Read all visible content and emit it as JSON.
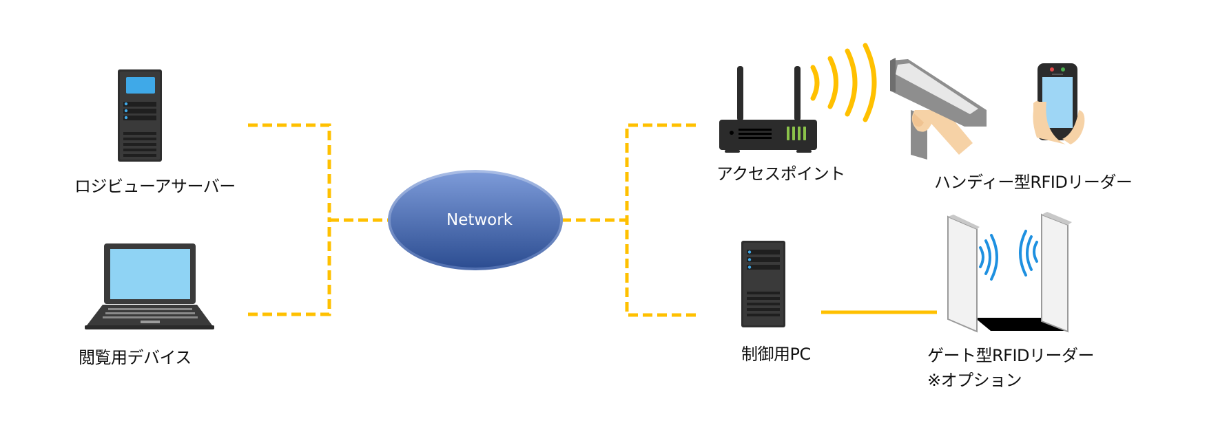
{
  "network": {
    "label": "Network"
  },
  "nodes": {
    "server": {
      "label": "ロジビューアサーバー",
      "icon": "tower-server-icon"
    },
    "viewer": {
      "label": "閲覧用デバイス",
      "icon": "laptop-icon"
    },
    "access_point": {
      "label": "アクセスポイント",
      "icon": "wireless-router-icon"
    },
    "handy_reader": {
      "label": "ハンディー型RFIDリーダー",
      "icon": "handheld-rfid-reader-icon"
    },
    "control_pc": {
      "label": "制御用PC",
      "icon": "tower-pc-icon"
    },
    "gate_reader": {
      "label": "ゲート型RFIDリーダー",
      "note": "※オプション",
      "icon": "rfid-gate-icon"
    }
  },
  "colors": {
    "link": "#FFC000",
    "cloud_top": "#7A98D6",
    "cloud_bottom": "#2C4F93",
    "device_dark": "#2B2B2B",
    "screen": "#8FD3F4",
    "wifi_orange": "#FFC000",
    "wifi_blue": "#1E90E0"
  }
}
